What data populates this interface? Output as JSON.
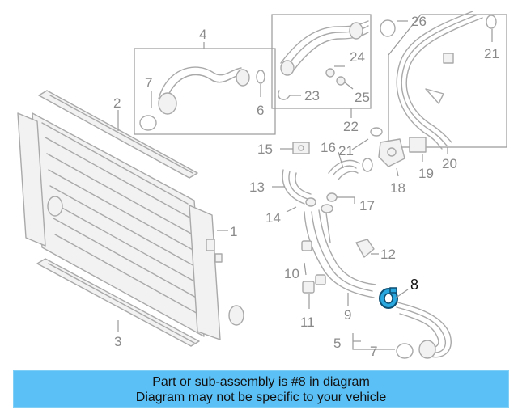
{
  "callouts": {
    "c1": "1",
    "c2": "2",
    "c3": "3",
    "c4": "4",
    "c5": "5",
    "c6": "6",
    "c7a": "7",
    "c7b": "7",
    "c8": "8",
    "c9": "9",
    "c10": "10",
    "c11": "11",
    "c12": "12",
    "c13": "13",
    "c14": "14",
    "c15": "15",
    "c16": "16",
    "c17": "17",
    "c18": "18",
    "c19": "19",
    "c20": "20",
    "c21a": "21",
    "c21b": "21",
    "c22": "22",
    "c23": "23",
    "c24": "24",
    "c25": "25",
    "c26": "26"
  },
  "highlight": {
    "part_number": "8",
    "color": "#29a8e0"
  },
  "banner": {
    "line1": "Part or sub-assembly is #8 in diagram",
    "line2": "Diagram may not be specific to your vehicle",
    "background": "#5bc0f5"
  }
}
